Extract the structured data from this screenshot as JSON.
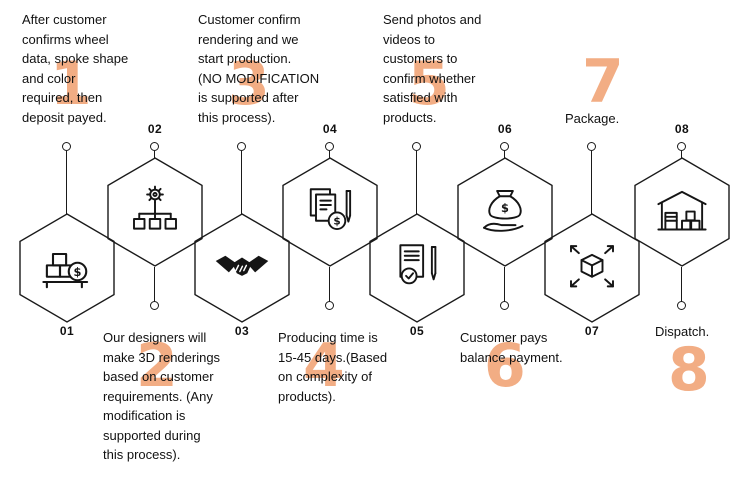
{
  "colors": {
    "accent_orange": "#f2ad84",
    "line": "#1a1a1a",
    "text": "#111111",
    "background": "#ffffff"
  },
  "steps": [
    {
      "number": "1",
      "label": "01",
      "icon": "goods-deposit-icon",
      "text_position": "top",
      "description": "After customer\nconfirms wheel\ndata, spoke shape\nand color\nrequired, then\ndeposit payed."
    },
    {
      "number": "2",
      "label": "02",
      "icon": "design-gear-hierarchy-icon",
      "text_position": "bottom",
      "description": "Our designers will\nmake 3D renderings\nbased on customer\nrequirements. (Any\nmodification is\nsupported during\nthis process)."
    },
    {
      "number": "3",
      "label": "03",
      "icon": "handshake-icon",
      "text_position": "top",
      "description": "Customer confirm\nrendering and we\nstart production.\n(NO MODIFICATION\nis supported after\nthis process)."
    },
    {
      "number": "4",
      "label": "04",
      "icon": "contract-payment-icon",
      "text_position": "bottom",
      "description": "Producing time is\n15-45 days.(Based\non complexity of\nproducts)."
    },
    {
      "number": "5",
      "label": "05",
      "icon": "approval-check-document-icon",
      "text_position": "top",
      "description": "Send photos and\nvideos to\ncustomers to\nconfirm whether\nsatisfied with\nproducts."
    },
    {
      "number": "6",
      "label": "06",
      "icon": "money-bag-hand-icon",
      "text_position": "bottom",
      "description": "Customer pays\nbalance payment."
    },
    {
      "number": "7",
      "label": "07",
      "icon": "package-box-arrows-icon",
      "text_position": "top",
      "description": "Package."
    },
    {
      "number": "8",
      "label": "08",
      "icon": "warehouse-icon",
      "text_position": "bottom",
      "description": "Dispatch."
    }
  ]
}
